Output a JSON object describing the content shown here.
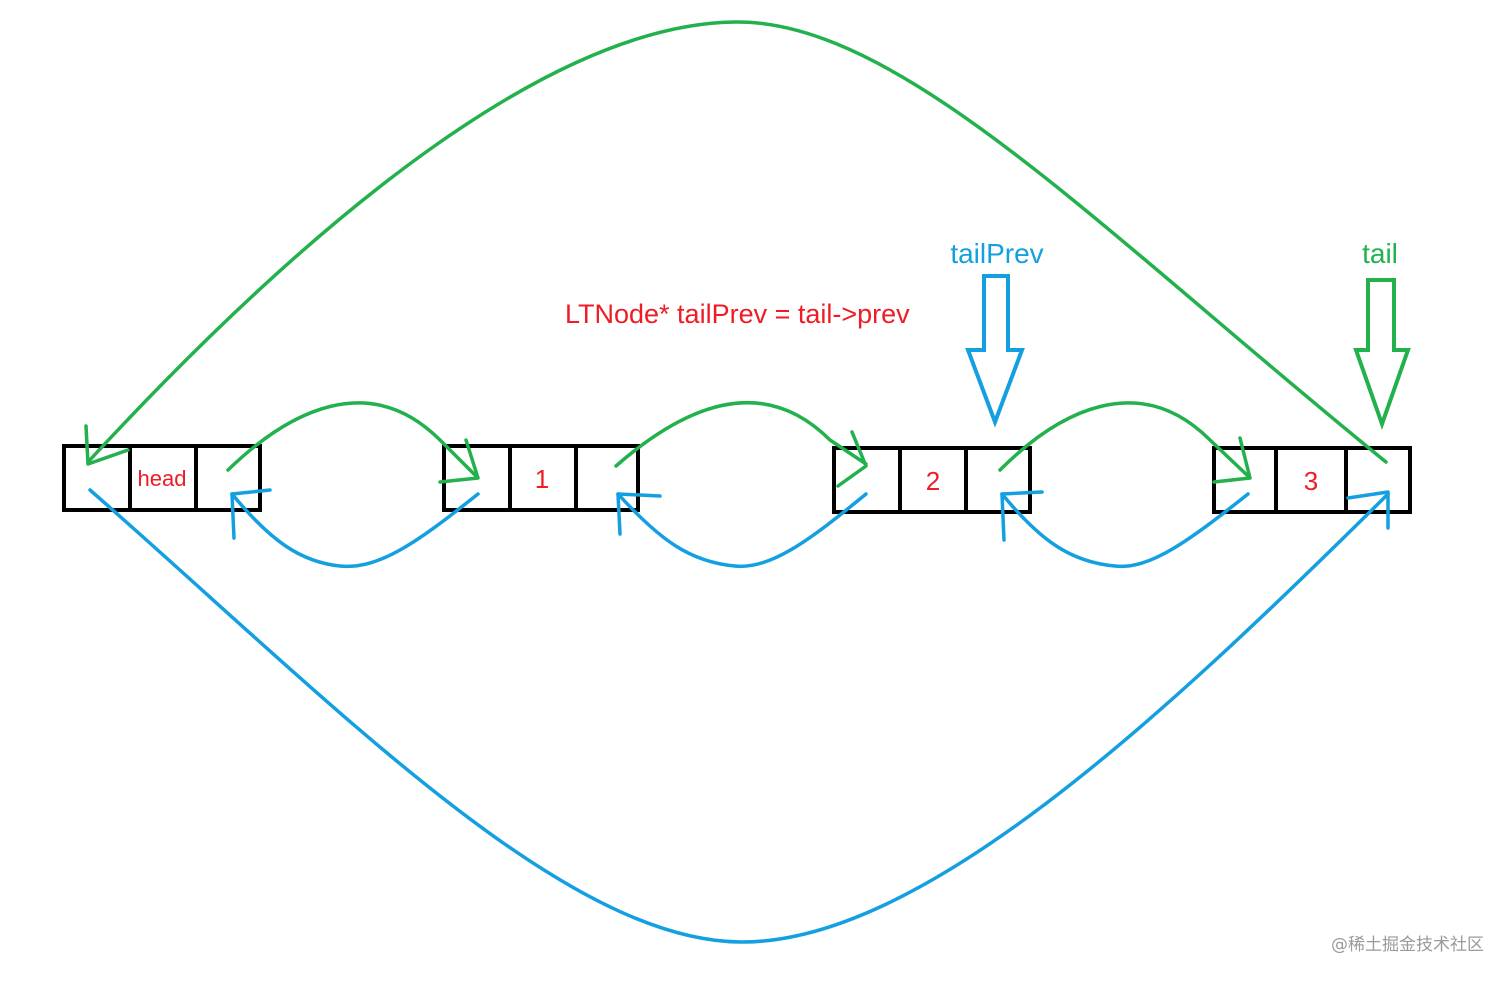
{
  "nodes": [
    {
      "label": "head",
      "kind": "sentinel"
    },
    {
      "label": "1",
      "kind": "data"
    },
    {
      "label": "2",
      "kind": "data"
    },
    {
      "label": "3",
      "kind": "data"
    }
  ],
  "pointers": {
    "tail_prev": "tailPrev",
    "tail": "tail"
  },
  "code_annotation": "LTNode* tailPrev = tail->prev",
  "watermark": "@稀土掘金技术社区",
  "colors": {
    "next_link": "#22b14c",
    "prev_link": "#14a0e0",
    "annotation": "#ee1c24",
    "cell_border": "#000000"
  }
}
